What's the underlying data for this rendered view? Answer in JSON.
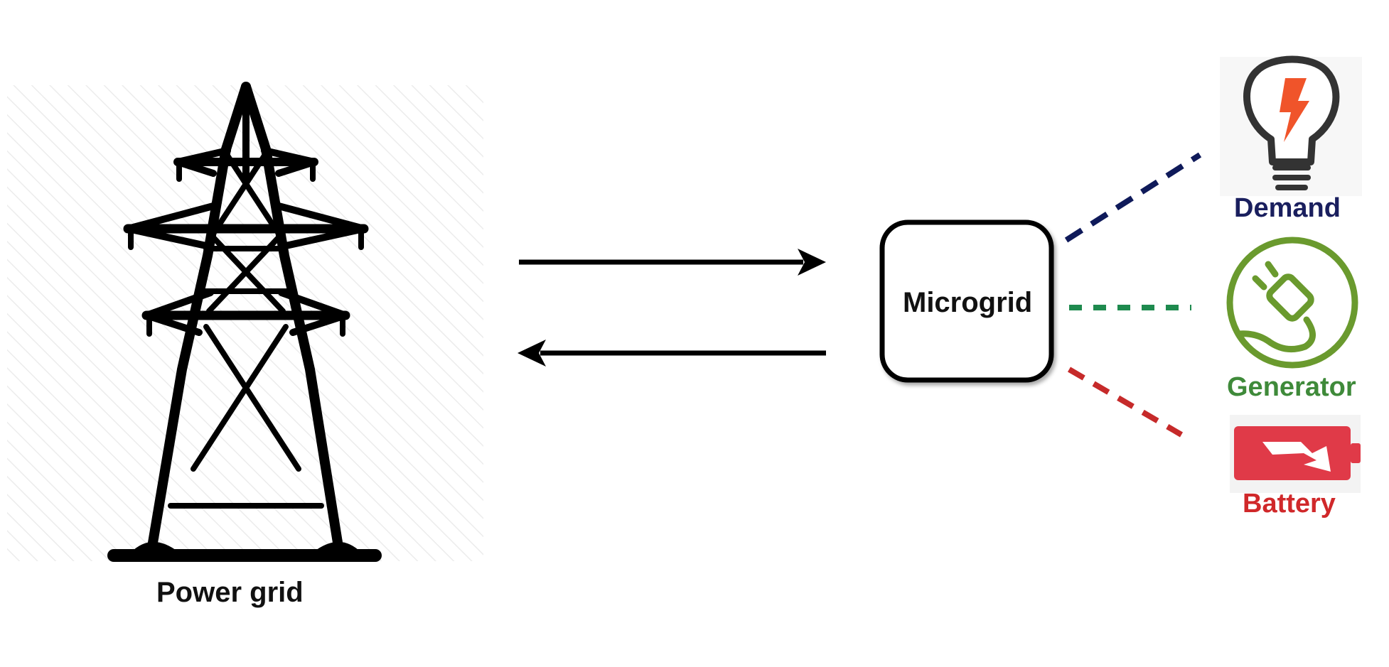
{
  "diagram": {
    "power_grid": {
      "label": "Power grid",
      "icon": "transmission-tower-icon"
    },
    "microgrid": {
      "label": "Microgrid"
    },
    "components": [
      {
        "label": "Demand",
        "icon": "light-bulb-icon",
        "color": "#1a1f5e",
        "link_color": "#0f1a5a"
      },
      {
        "label": "Generator",
        "icon": "power-plug-icon",
        "color": "#3f8a3a",
        "link_color": "#1e8a4e"
      },
      {
        "label": "Battery",
        "icon": "battery-icon",
        "color": "#d0282a",
        "link_color": "#c62a2a"
      }
    ],
    "colors": {
      "stroke": "#000000",
      "bulb_bolt": "#f0542a",
      "bulb_body": "#333333",
      "generator_ring": "#6a9a2e",
      "battery_fill": "#e03a48"
    }
  }
}
